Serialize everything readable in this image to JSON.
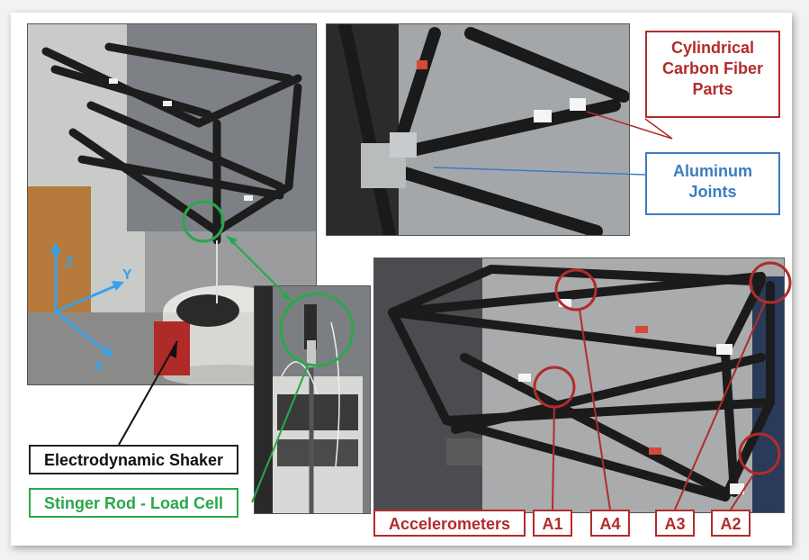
{
  "labels": {
    "cylindrical": "Cylindrical Carbon Fiber Parts",
    "aluminum": "Aluminum Joints",
    "shaker": "Electrodynamic Shaker",
    "stinger": "Stinger Rod - Load Cell",
    "accelerometers": "Accelerometers",
    "a1": "A1",
    "a4": "A4",
    "a3": "A3",
    "a2": "A2"
  },
  "axes": {
    "z": "Z",
    "y": "Y",
    "x": "X"
  },
  "colors": {
    "red": "#b32b2b",
    "blue": "#3c7cc0",
    "green": "#2aa84a",
    "black": "#222222",
    "axis": "#3aa0e8"
  }
}
